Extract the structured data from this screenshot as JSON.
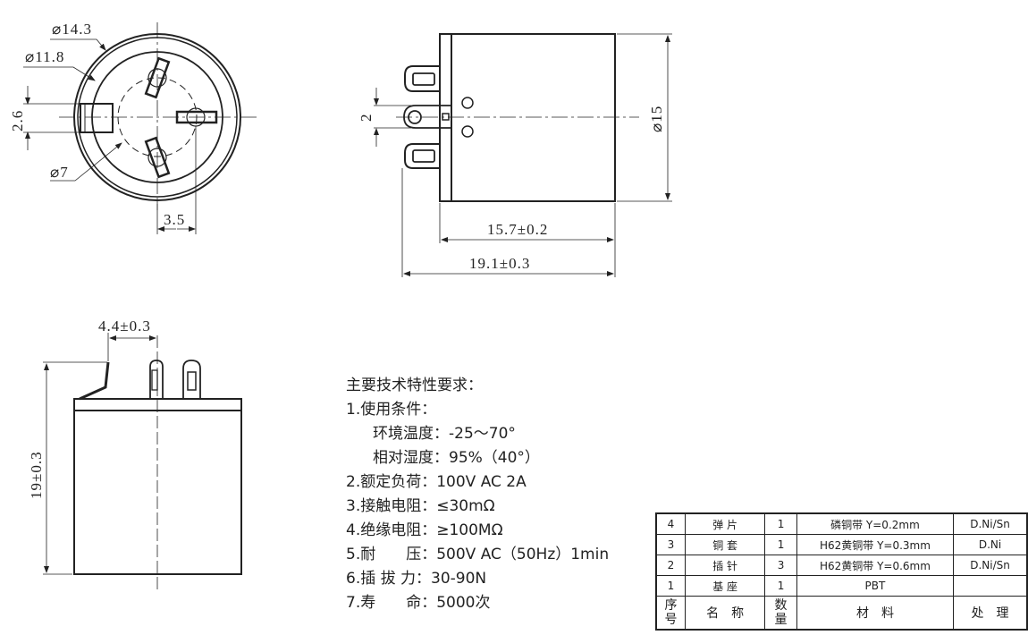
{
  "drawing": {
    "top_view": {
      "dims": {
        "outer_diameter": "⌀14.3",
        "inner_diameter": "⌀11.8",
        "pitch_circle": "⌀7",
        "slot_height": "2.6",
        "pin_offset": "3.5"
      }
    },
    "side_view": {
      "dims": {
        "diameter": "⌀15",
        "body_length": "15.7±0.2",
        "total_length": "19.1±0.3",
        "pin_width": "2"
      }
    },
    "front_view": {
      "dims": {
        "height": "19±0.3",
        "spring_offset": "4.4±0.3"
      }
    }
  },
  "specs": {
    "title": "主要技术特性要求：",
    "items": [
      {
        "text": "1.使用条件：",
        "indent": false
      },
      {
        "text": "环境温度：-25～70°",
        "indent": true
      },
      {
        "text": "相对湿度：95%（40°）",
        "indent": true
      },
      {
        "text": "2.额定负荷：100V AC 2A",
        "indent": false
      },
      {
        "text": "3.接触电阻：≤30mΩ",
        "indent": false
      },
      {
        "text": "4.绝缘电阻：≥100MΩ",
        "indent": false
      },
      {
        "text": "5.耐　　压：500V AC（50Hz）1min",
        "indent": false
      },
      {
        "text": "6.插 拔 力：30-90N",
        "indent": false
      },
      {
        "text": "7.寿　　命：5000次",
        "indent": false
      }
    ]
  },
  "bom": {
    "rows": [
      {
        "no": "4",
        "name": "弹 片",
        "qty": "1",
        "material": "磷铜带 Y=0.2mm",
        "finish": "D.Ni/Sn"
      },
      {
        "no": "3",
        "name": "铜 套",
        "qty": "1",
        "material": "H62黄铜带 Y=0.3mm",
        "finish": "D.Ni"
      },
      {
        "no": "2",
        "name": "插 针",
        "qty": "3",
        "material": "H62黄铜带 Y=0.6mm",
        "finish": "D.Ni/Sn"
      },
      {
        "no": "1",
        "name": "基 座",
        "qty": "1",
        "material": "PBT",
        "finish": ""
      }
    ],
    "header": {
      "no": "序号",
      "name": "名　称",
      "qty": "数量",
      "material": "材　料",
      "finish": "处　理"
    }
  }
}
